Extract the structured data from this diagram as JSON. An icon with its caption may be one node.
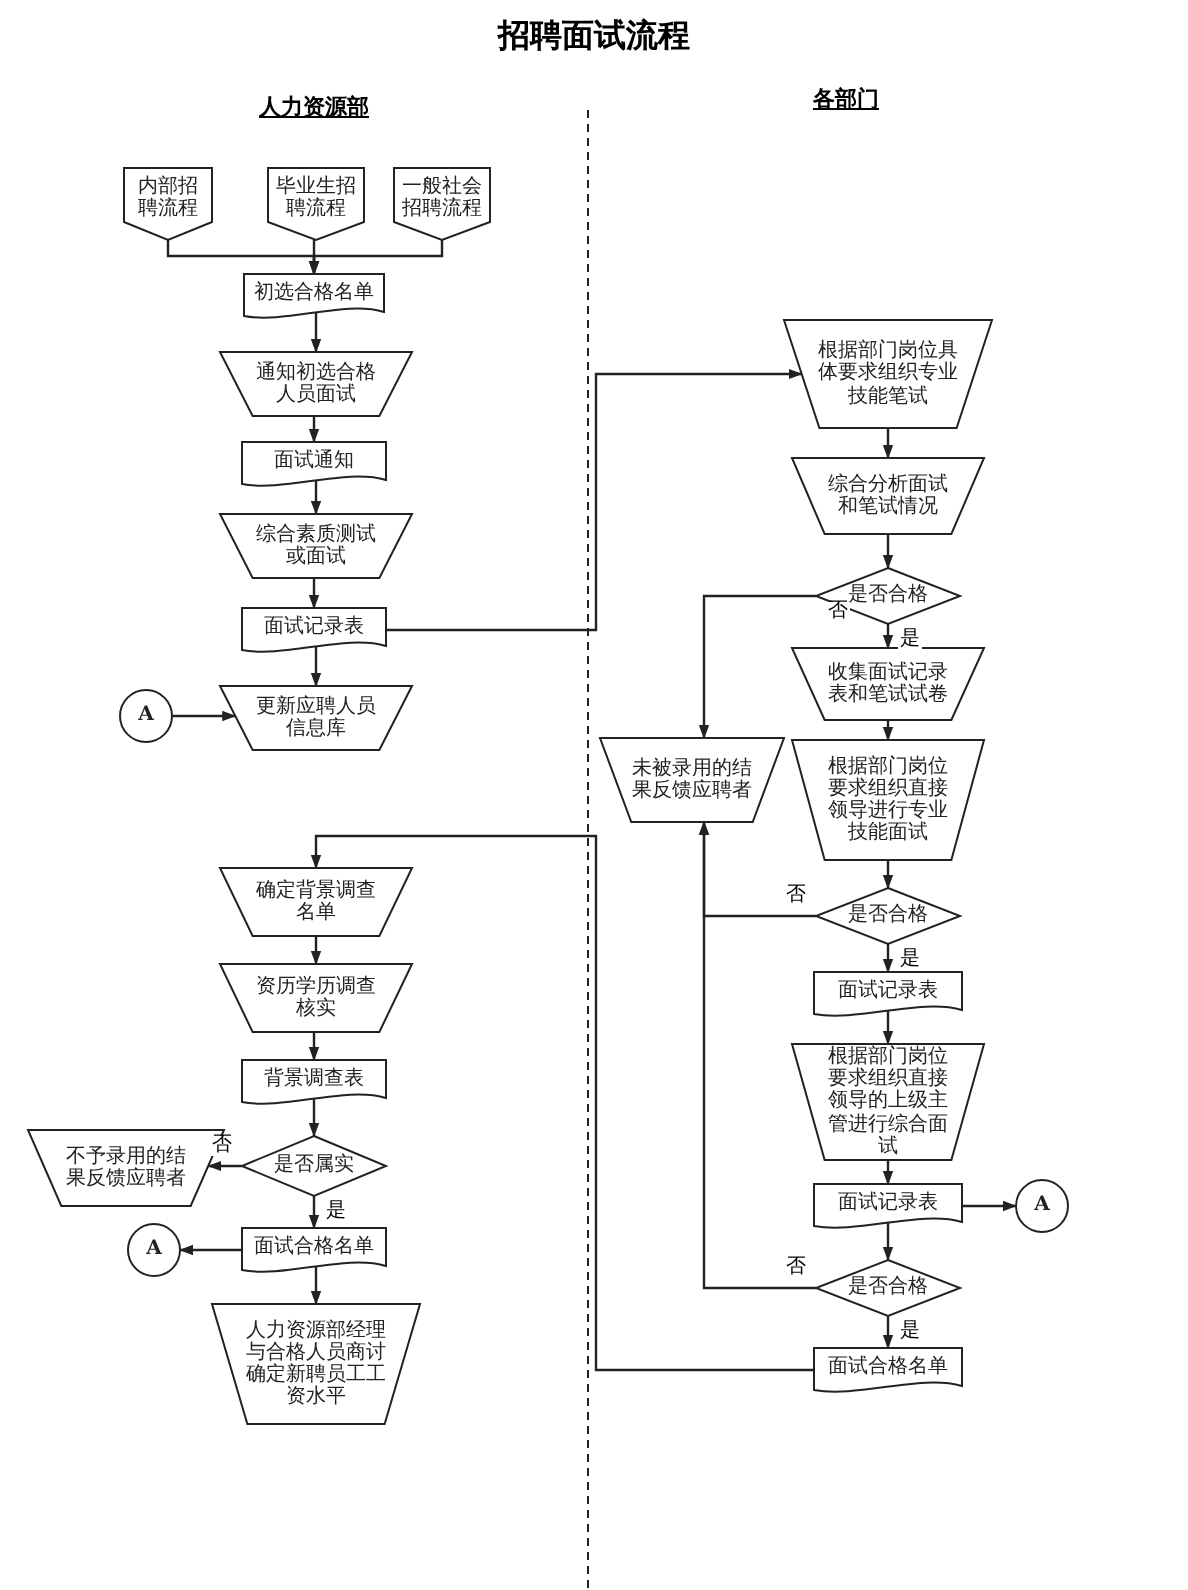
{
  "diagram": {
    "title": "招聘面试流程",
    "nodes": [
      {
        "text": [
          "内部招聘流程"
        ]
      },
      {
        "text": [
          "毕业生招聘流程"
        ]
      },
      {
        "text": [
          "一般社会招聘流程"
        ]
      },
      {
        "text": [
          "初选合格名单"
        ]
      },
      {
        "text": [
          "通知初选合格人员面试"
        ]
      },
      {
        "text": [
          "面试通知"
        ]
      },
      {
        "text": [
          "综合素质测试或面试"
        ]
      },
      {
        "text": [
          "面试记录表"
        ]
      },
      {
        "text": [
          "A"
        ]
      },
      {
        "text": [
          "更新应聘人员信息库"
        ]
      },
      {
        "text": [
          "根据部门岗位具体要求组织专业技能笔试"
        ]
      },
      {
        "text": [
          "综合分析面试和笔试情况"
        ]
      },
      {
        "text": [
          "是否合格"
        ]
      },
      {
        "text": [
          "收集面试记录表和笔试试卷"
        ]
      },
      {
        "text": [
          "未被录用的结果反馈应聘者"
        ]
      },
      {
        "text": [
          "根据部门岗位要求组织直接领导进行专业技能面试"
        ]
      },
      {
        "text": [
          "是否合格"
        ]
      },
      {
        "text": [
          "面试记录表"
        ]
      },
      {
        "text": [
          "根据部门岗位要求组织直接领导的上级主管进行综合面试"
        ]
      },
      {
        "text": [
          "面试记录表"
        ]
      },
      {
        "text": [
          "A"
        ]
      },
      {
        "text": [
          "是否合格"
        ]
      },
      {
        "text": [
          "面试合格名单"
        ]
      },
      {
        "text": [
          "确定背景调查名单"
        ]
      },
      {
        "text": [
          "资历学历调查核实"
        ]
      },
      {
        "text": [
          "背景调查表"
        ]
      },
      {
        "text": [
          "是否属实"
        ]
      },
      {
        "text": [
          "不予录用的结果反馈应聘者"
        ]
      },
      {
        "text": [
          "面试合格名单"
        ]
      },
      {
        "text": [
          "A"
        ]
      },
      {
        "text": [
          "人力资源部经理与合格人员商讨确定新聘员工工资水平"
        ]
      }
    ],
    "edges": [
      {
        "from": 0,
        "to": 3,
        "arrow": "to"
      },
      {
        "from": 1,
        "to": 3,
        "arrow": "to"
      },
      {
        "from": 2,
        "to": 3,
        "arrow": "to"
      },
      {
        "from": 3,
        "to": 4,
        "arrow": "to"
      },
      {
        "from": 4,
        "to": 5,
        "arrow": "to"
      },
      {
        "from": 5,
        "to": 6,
        "arrow": "to"
      },
      {
        "from": 6,
        "to": 7,
        "arrow": "to"
      },
      {
        "from": 7,
        "to": 9,
        "arrow": "to"
      },
      {
        "from": 8,
        "to": 9,
        "arrow": "to"
      },
      {
        "from": 7,
        "to": 10,
        "arrow": "to"
      },
      {
        "from": 10,
        "to": 11,
        "arrow": "to"
      },
      {
        "from": 11,
        "to": 12,
        "arrow": "to"
      },
      {
        "from": 12,
        "to": 13,
        "arrow": "to",
        "label": "是"
      },
      {
        "from": 12,
        "to": 14,
        "arrow": "to",
        "label": "否"
      },
      {
        "from": 13,
        "to": 15,
        "arrow": "to"
      },
      {
        "from": 15,
        "to": 16,
        "arrow": "to"
      },
      {
        "from": 16,
        "to": 14,
        "arrow": "to",
        "label": "否"
      },
      {
        "from": 16,
        "to": 17,
        "arrow": "to",
        "label": "是"
      },
      {
        "from": 17,
        "to": 18,
        "arrow": "to"
      },
      {
        "from": 18,
        "to": 19,
        "arrow": "to"
      },
      {
        "from": 19,
        "to": 20,
        "arrow": "to"
      },
      {
        "from": 19,
        "to": 21,
        "arrow": "to"
      },
      {
        "from": 21,
        "to": 14,
        "arrow": "to",
        "label": "否"
      },
      {
        "from": 21,
        "to": 22,
        "arrow": "to",
        "label": "是"
      },
      {
        "from": 22,
        "to": 23,
        "arrow": "to"
      },
      {
        "from": 23,
        "to": 24,
        "arrow": "to"
      },
      {
        "from": 24,
        "to": 25,
        "arrow": "to"
      },
      {
        "from": 25,
        "to": 26,
        "arrow": "to"
      },
      {
        "from": 26,
        "to": 27,
        "arrow": "to",
        "label": "否"
      },
      {
        "from": 26,
        "to": 28,
        "arrow": "to",
        "label": "是"
      },
      {
        "from": 28,
        "to": 29,
        "arrow": "to"
      },
      {
        "from": 28,
        "to": 30,
        "arrow": "to"
      }
    ],
    "labels": [
      "人力资源部",
      "各部门"
    ]
  }
}
